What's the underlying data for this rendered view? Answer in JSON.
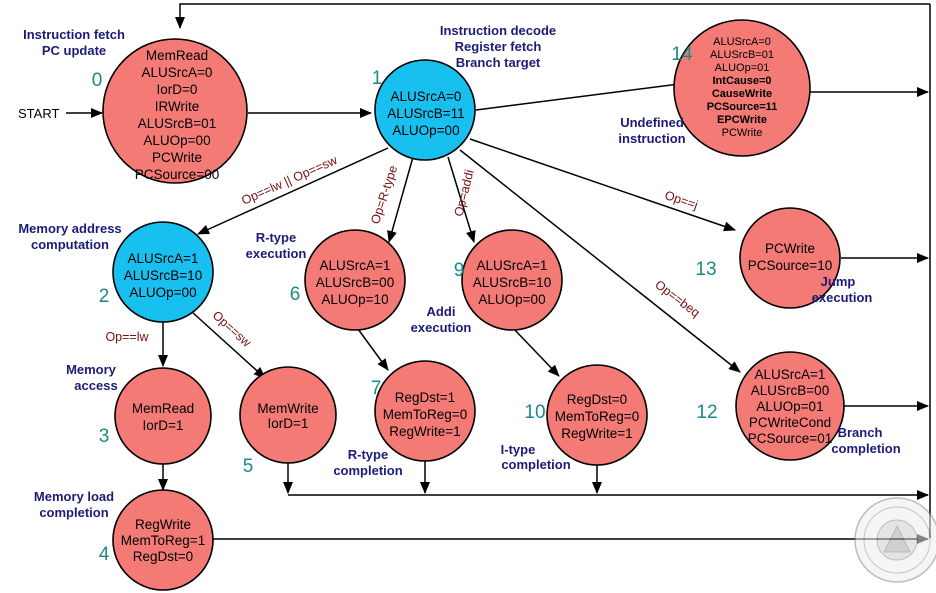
{
  "start_label": "START",
  "states": {
    "s0": {
      "number": "0",
      "signals": [
        "MemRead",
        "ALUSrcA=0",
        "IorD=0",
        "IRWrite",
        "ALUSrcB=01",
        "ALUOp=00",
        "PCWrite",
        "PCSource=00"
      ],
      "label": [
        "Instruction fetch",
        "PC update"
      ]
    },
    "s1": {
      "number": "1",
      "signals": [
        "ALUSrcA=0",
        "ALUSrcB=11",
        "ALUOp=00"
      ],
      "label": [
        "Instruction decode",
        "Register fetch",
        "Branch target"
      ]
    },
    "s2": {
      "number": "2",
      "signals": [
        "ALUSrcA=1",
        "ALUSrcB=10",
        "ALUOp=00"
      ],
      "label": [
        "Memory address",
        "computation"
      ]
    },
    "s3": {
      "number": "3",
      "signals": [
        "MemRead",
        "IorD=1"
      ],
      "label": [
        "Memory",
        "access"
      ]
    },
    "s4": {
      "number": "4",
      "signals": [
        "RegWrite",
        "MemToReg=1",
        "RegDst=0"
      ],
      "label": [
        "Memory load",
        "completion"
      ]
    },
    "s5": {
      "number": "5",
      "signals": [
        "MemWrite",
        "IorD=1"
      ]
    },
    "s6": {
      "number": "6",
      "signals": [
        "ALUSrcA=1",
        "ALUSrcB=00",
        "ALUOp=10"
      ],
      "label": [
        "R-type",
        "execution"
      ]
    },
    "s7": {
      "number": "7",
      "signals": [
        "RegDst=1",
        "MemToReg=0",
        "RegWrite=1"
      ],
      "label": [
        "R-type",
        "completion"
      ]
    },
    "s9": {
      "number": "9",
      "signals": [
        "ALUSrcA=1",
        "ALUSrcB=10",
        "ALUOp=00"
      ],
      "label": [
        "Addi",
        "execution"
      ]
    },
    "s10": {
      "number": "10",
      "signals": [
        "RegDst=0",
        "MemToReg=0",
        "RegWrite=1"
      ],
      "label": [
        "I-type",
        "completion"
      ]
    },
    "s12": {
      "number": "12",
      "signals": [
        "ALUSrcA=1",
        "ALUSrcB=00",
        "ALUOp=01",
        "PCWriteCond",
        "PCSource=01"
      ],
      "label": [
        "Branch",
        "completion"
      ]
    },
    "s13": {
      "number": "13",
      "signals": [
        "PCWrite",
        "PCSource=10"
      ],
      "label": [
        "Jump",
        "execution"
      ]
    },
    "s14": {
      "number": "14",
      "signals": [
        "ALUSrcA=0",
        "ALUSrcB=01",
        "ALUOp=01",
        "IntCause=0",
        "CauseWrite",
        "PCSource=11",
        "EPCWrite",
        "PCWrite"
      ],
      "label": [
        "Undefined",
        "instruction"
      ]
    }
  },
  "conditions": {
    "lw_sw": "Op==lw || Op==sw",
    "rtype": "Op=R-type",
    "addi": "Op=addi",
    "j": "Op==j",
    "beq": "Op==beq",
    "lw": "Op==lw",
    "sw": "Op==sw"
  }
}
